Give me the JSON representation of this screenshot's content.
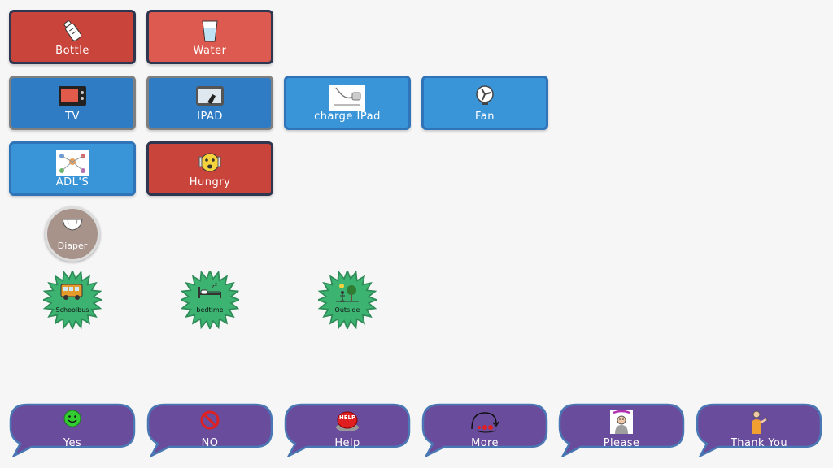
{
  "tiles": {
    "bottle": "Bottle",
    "water": "Water",
    "tv": "TV",
    "ipad": "IPAD",
    "charge_ipad": "charge IPad",
    "fan": "Fan",
    "adls": "ADL'S",
    "hungry": "Hungry"
  },
  "circle": {
    "diaper": "Diaper"
  },
  "stars": {
    "schoolbus": "Schoolbus",
    "bedtime": "bedtime",
    "outside": "Outside"
  },
  "bottom_bar": {
    "yes": "Yes",
    "no": "NO",
    "help": "Help",
    "more": "More",
    "please": "Please",
    "thank_you": "Thank You"
  },
  "icons": {
    "bottle": "baby-bottle-icon",
    "water": "water-glass-icon",
    "tv": "television-icon",
    "ipad": "tablet-icon",
    "charge_ipad": "charger-icon",
    "fan": "fan-icon",
    "adls": "daily-activities-icon",
    "hungry": "hungry-face-icon",
    "diaper": "diaper-icon",
    "schoolbus": "school-bus-icon",
    "bedtime": "bed-icon",
    "outside": "outdoor-tree-icon",
    "yes": "green-smiley-icon",
    "no": "prohibition-icon",
    "help": "help-button-icon",
    "more": "more-arrow-icon",
    "please": "please-person-icon",
    "thank_you": "thank-you-person-icon"
  },
  "colors": {
    "red_tile": "#c9453c",
    "blue_tile": "#3a95d8",
    "dark_blue_tile": "#2f7cc4",
    "star_green": "#3cb371",
    "bubble_purple": "#6a4c9c",
    "circle_taupe": "#a8938a"
  }
}
